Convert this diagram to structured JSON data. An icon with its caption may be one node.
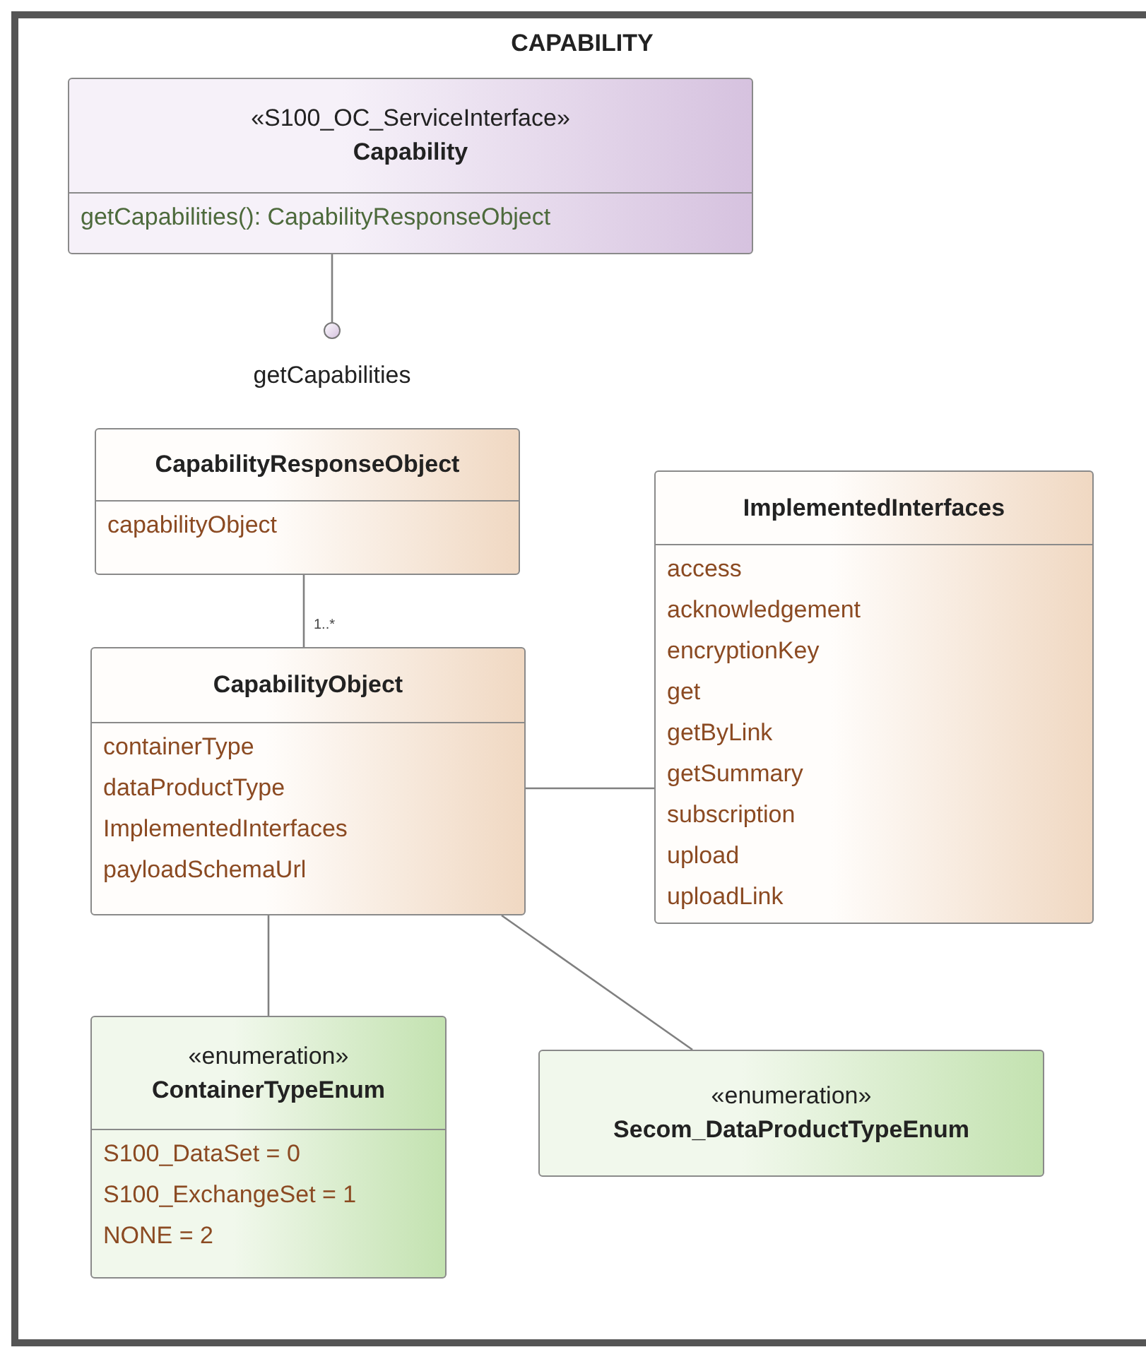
{
  "diagram": {
    "nodes": [
      {
        "text": [
          "CAPABILITY"
        ]
      },
      {
        "text": [
          "«S100_OC_ServiceInterface»",
          "Capability",
          "getCapabilities(): CapabilityResponseObject"
        ],
        "in": 0
      },
      {
        "text": [],
        "shape": "circle",
        "beside": [
          "getCapabilities"
        ],
        "in": 0
      },
      {
        "text": [
          "CapabilityResponseObject",
          "capabilityObject"
        ],
        "in": 0
      },
      {
        "text": [
          "CapabilityObject",
          "containerType",
          "dataProductType",
          "ImplementedInterfaces",
          "payloadSchemaUrl"
        ],
        "in": 0
      },
      {
        "text": [
          "ImplementedInterfaces",
          "access",
          "acknowledgement",
          "encryptionKey",
          "get",
          "getByLink",
          "getSummary",
          "subscription",
          "upload",
          "uploadLink"
        ],
        "in": 0
      },
      {
        "text": [
          "«enumeration»",
          "ContainerTypeEnum",
          "S100_DataSet = 0",
          "S100_ExchangeSet = 1",
          "NONE = 2"
        ],
        "in": 0
      },
      {
        "text": [
          "«enumeration»",
          "Secom_DataProductTypeEnum"
        ],
        "in": 0
      }
    ],
    "edges": [
      {
        "from": 1,
        "to": 2,
        "arrow": "none"
      },
      {
        "from": 3,
        "to": 4,
        "arrow": "none",
        "label": "1..*"
      },
      {
        "from": 4,
        "to": 5,
        "arrow": "none"
      },
      {
        "from": 4,
        "to": 6,
        "arrow": "none"
      },
      {
        "from": 4,
        "to": 7,
        "arrow": "none"
      }
    ]
  }
}
